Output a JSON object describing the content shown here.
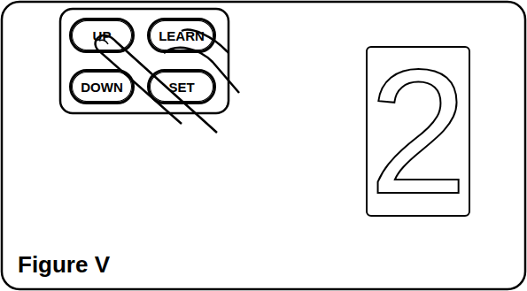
{
  "diagram": {
    "caption": "Figure V",
    "nodes": [
      {
        "text": [
          "UP"
        ]
      },
      {
        "text": [
          "LEARN"
        ]
      },
      {
        "text": [
          "DOWN"
        ]
      },
      {
        "text": [
          "SET"
        ]
      },
      {
        "text": [
          "2"
        ]
      }
    ]
  }
}
